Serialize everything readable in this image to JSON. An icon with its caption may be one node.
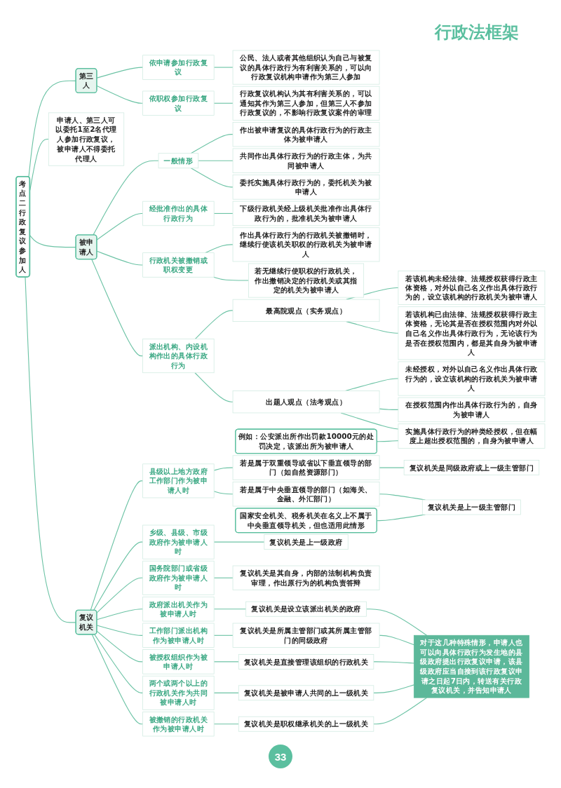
{
  "diagram": {
    "nodes": [
      {
        "text": [
          "考点二",
          "行政复议参加人"
        ]
      },
      {
        "text": [
          "第三人"
        ]
      },
      {
        "text": [
          "依申请参加行政复议"
        ]
      },
      {
        "text": [
          "公民、法人或者其他组织认为自己与被复议的具体行政行为有利害关系的，可以向行政复议机构申请作为第三人参加"
        ]
      },
      {
        "text": [
          "依职权参加行政复议"
        ]
      },
      {
        "text": [
          "行政复议机构认为其有利害关系的，可以通知其作为第三人参加，但第三人不参加行政复议的，不影响行政复议案件的审理"
        ]
      },
      {
        "text": [
          "申请人、第三人可以委托1至2名代理人参加行政复议，被申请人不得委托代理人"
        ]
      },
      {
        "text": [
          "被申请人"
        ]
      },
      {
        "text": [
          "一般情形"
        ]
      },
      {
        "text": [
          "作出被申请复议的具体行政行为的行政主体为被申请人"
        ]
      },
      {
        "text": [
          "共同作出具体行政行为的行政主体，为共同被申请人"
        ]
      },
      {
        "text": [
          "委托实施具体行政行为的，委托机关为被申请人"
        ]
      },
      {
        "text": [
          "经批准作出的具体行政行为"
        ]
      },
      {
        "text": [
          "下级行政机关经上级机关批准作出具体行政行为的，批准机关为被申请人"
        ]
      },
      {
        "text": [
          "行政机关被撤销或职权变更"
        ]
      },
      {
        "text": [
          "作出具体行政行为的行政机关被撤销时，继续行使该机关职权的行政机关为被申请人"
        ]
      },
      {
        "text": [
          "若无继续行使职权的行政机关，作出撤销决定的行政机关或其指定的机关为被申请人"
        ]
      },
      {
        "text": [
          "派出机构、内设机构作出的具体行政行为"
        ]
      },
      {
        "text": [
          "最高院观点（实务观点）"
        ]
      },
      {
        "text": [
          "若该机构未经法律、法规授权获得行政主体资格，对外以自己名义作出具体行政行为的，设立该机构的行政机关为被申请人"
        ]
      },
      {
        "text": [
          "若该机构已由法律、法规授权获得行政主体资格，无论其是否在授权范围内对外以自己名义作出具体行政行为，无论该行为是否在授权范围内，都是其自身为被申请人"
        ]
      },
      {
        "text": [
          "出题人观点（法考观点）"
        ]
      },
      {
        "text": [
          "未经授权，对外以自己名义作出具体行政行为的，设立该机构的行政机关为被申请人"
        ]
      },
      {
        "text": [
          "在授权范围内作出具体行政行为的，自身为被申请人"
        ]
      },
      {
        "text": [
          "例如：公安派出所作出罚款10000元的处罚决定，该派出所为被申请人"
        ]
      },
      {
        "text": [
          "实施具体行政行为的种类经授权，但在幅度上超出授权范围的，自身为被申请人"
        ]
      },
      {
        "text": [
          "复议机关"
        ]
      },
      {
        "text": [
          "县级以上地方政府工作部门作为被申请人时"
        ]
      },
      {
        "text": [
          "若是属于双重领导或省以下垂直领导的部门（如自然资源部门）"
        ]
      },
      {
        "text": [
          "复议机关是同级政府或上一级主管部门"
        ]
      },
      {
        "text": [
          "国家安全机关、税务机关在名义上不属于中央垂直领导机关，但也适用此情形"
        ]
      },
      {
        "text": [
          "若是属于中央垂直领导的部门（如海关、金融、外汇部门）"
        ]
      },
      {
        "text": [
          "复议机关是上一级主管部门"
        ]
      },
      {
        "text": [
          "乡级、县级、市级政府作为被申请人时"
        ]
      },
      {
        "text": [
          "复议机关是上一级政府"
        ]
      },
      {
        "text": [
          "国务院部门或省级政府作为被申请人时"
        ]
      },
      {
        "text": [
          "复议机关是其自身，内部的法制机构负责审理，作出原行为的机构负责答辩"
        ]
      },
      {
        "text": [
          "政府派出机关作为被申请人时"
        ]
      },
      {
        "text": [
          "复议机关是设立该派出机关的政府"
        ]
      },
      {
        "text": [
          "工作部门派出机构作为被申请人时"
        ]
      },
      {
        "text": [
          "复议机关是所属主管部门或其所属主管部门的同级政府"
        ]
      },
      {
        "text": [
          "被授权组织作为被申请人时"
        ]
      },
      {
        "text": [
          "复议机关是直接管理该组织的行政机关"
        ]
      },
      {
        "text": [
          "两个或两个以上的行政机关作为共同被申请人时"
        ]
      },
      {
        "text": [
          "复议机关是被申请人共同的上一级机关"
        ]
      },
      {
        "text": [
          "被撤销的行政机关作为被申请人时"
        ]
      },
      {
        "text": [
          "复议机关是职权继承机关的上一级机关"
        ]
      },
      {
        "text": [
          "对于这几种特殊情形，申请人也可以向具体行政行为发生地的县级政府提出行政复议申请，该县级政府应当自接到该行政复议申请之日起7日内，转送有关行政复议机关，并告知申请人"
        ]
      }
    ],
    "edges": [
      {
        "from": 0,
        "to": 1,
        "arrow": "none"
      },
      {
        "from": 1,
        "to": 2,
        "arrow": "none"
      },
      {
        "from": 2,
        "to": 3,
        "arrow": "none"
      },
      {
        "from": 1,
        "to": 4,
        "arrow": "none"
      },
      {
        "from": 4,
        "to": 5,
        "arrow": "none"
      },
      {
        "from": 0,
        "to": 6,
        "arrow": "none"
      },
      {
        "from": 0,
        "to": 7,
        "arrow": "none"
      },
      {
        "from": 7,
        "to": 8,
        "arrow": "none"
      },
      {
        "from": 8,
        "to": 9,
        "arrow": "none"
      },
      {
        "from": 8,
        "to": 10,
        "arrow": "none"
      },
      {
        "from": 8,
        "to": 11,
        "arrow": "none"
      },
      {
        "from": 7,
        "to": 12,
        "arrow": "none"
      },
      {
        "from": 12,
        "to": 13,
        "arrow": "none"
      },
      {
        "from": 7,
        "to": 14,
        "arrow": "none"
      },
      {
        "from": 14,
        "to": 15,
        "arrow": "none"
      },
      {
        "from": 14,
        "to": 16,
        "arrow": "none"
      },
      {
        "from": 7,
        "to": 17,
        "arrow": "none"
      },
      {
        "from": 17,
        "to": 18,
        "arrow": "none"
      },
      {
        "from": 18,
        "to": 19,
        "arrow": "none"
      },
      {
        "from": 18,
        "to": 20,
        "arrow": "none"
      },
      {
        "from": 17,
        "to": 21,
        "arrow": "none"
      },
      {
        "from": 21,
        "to": 22,
        "arrow": "none"
      },
      {
        "from": 21,
        "to": 23,
        "arrow": "none"
      },
      {
        "from": 21,
        "to": 25,
        "arrow": "none"
      },
      {
        "from": 24,
        "to": 25,
        "arrow": "none"
      },
      {
        "from": 0,
        "to": 26,
        "arrow": "none"
      },
      {
        "from": 26,
        "to": 27,
        "arrow": "none"
      },
      {
        "from": 27,
        "to": 28,
        "arrow": "none"
      },
      {
        "from": 28,
        "to": 29,
        "arrow": "none"
      },
      {
        "from": 27,
        "to": 31,
        "arrow": "none"
      },
      {
        "from": 31,
        "to": 32,
        "arrow": "none"
      },
      {
        "from": 30,
        "to": 32,
        "arrow": "none"
      },
      {
        "from": 26,
        "to": 33,
        "arrow": "none"
      },
      {
        "from": 33,
        "to": 34,
        "arrow": "none"
      },
      {
        "from": 26,
        "to": 35,
        "arrow": "none"
      },
      {
        "from": 35,
        "to": 36,
        "arrow": "none"
      },
      {
        "from": 26,
        "to": 37,
        "arrow": "none"
      },
      {
        "from": 37,
        "to": 38,
        "arrow": "none"
      },
      {
        "from": 26,
        "to": 39,
        "arrow": "none"
      },
      {
        "from": 39,
        "to": 40,
        "arrow": "none"
      },
      {
        "from": 26,
        "to": 41,
        "arrow": "none"
      },
      {
        "from": 41,
        "to": 42,
        "arrow": "none"
      },
      {
        "from": 26,
        "to": 43,
        "arrow": "none"
      },
      {
        "from": 43,
        "to": 44,
        "arrow": "none"
      },
      {
        "from": 26,
        "to": 45,
        "arrow": "none"
      },
      {
        "from": 45,
        "to": 46,
        "arrow": "none"
      },
      {
        "from": 38,
        "to": 47,
        "arrow": "none"
      },
      {
        "from": 40,
        "to": 47,
        "arrow": "none"
      },
      {
        "from": 42,
        "to": 47,
        "arrow": "none"
      },
      {
        "from": 44,
        "to": 47,
        "arrow": "none"
      },
      {
        "from": 46,
        "to": 47,
        "arrow": "none"
      }
    ],
    "labels": [
      "行政法框架",
      "33"
    ]
  }
}
